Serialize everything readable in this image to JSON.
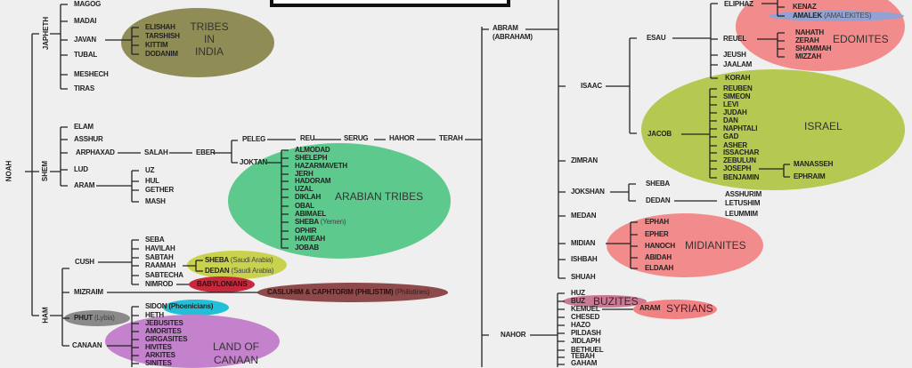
{
  "noah": "NOAH",
  "japheth": {
    "label": "JAPHETH",
    "sons": [
      "MAGOG",
      "MADAI",
      "JAVAN",
      "TUBAL",
      "MESHECH",
      "TIRAS"
    ],
    "javan_sons": [
      "ELISHAH",
      "TARSHISH",
      "KITTIM",
      "DODANIM"
    ],
    "region": [
      "TRIBES",
      "IN",
      "INDIA"
    ]
  },
  "shem": {
    "label": "SHEM",
    "sons": [
      "ELAM",
      "ASSHUR",
      "ARPHAXAD",
      "LUD",
      "ARAM"
    ],
    "aram_sons": [
      "UZ",
      "HUL",
      "GETHER",
      "MASH"
    ],
    "line": [
      "SALAH",
      "EBER",
      "PELEG",
      "JOKTAN",
      "REU",
      "SERUG",
      "HAHOR",
      "TERAH"
    ],
    "joktan_sons": [
      "ALMODAD",
      "SHELEPH",
      "HAZARMAVETH",
      "JERH",
      "HADORAM",
      "UZAL",
      "DIKLAH",
      "OBAL",
      "ABIMAEL",
      "SHEBA",
      "OPHIR",
      "HAVIEAH",
      "JOBAB"
    ],
    "sheba_note": "(Yemen)",
    "region": "ARABIAN TRIBES"
  },
  "ham": {
    "label": "HAM",
    "sons": [
      "CUSH",
      "MIZRAIM",
      "PHUT",
      "CANAAN"
    ],
    "phut_note": "(Lybia)",
    "cush_sons": [
      "SEBA",
      "HAVILAH",
      "SABTAH",
      "RAAMAH",
      "SABTECHA",
      "NIMROD"
    ],
    "raamah_sons": [
      {
        "name": "SHEBA",
        "note": "(Saudi Arabia)"
      },
      {
        "name": "DEDAN",
        "note": "(Saudi Arabia)"
      }
    ],
    "babylonians": "BABYLONIANS",
    "mizraim_desc": {
      "name": "CASLUHIM & CAPHTORIM (PHILISTIM)",
      "note": "(Philistines)"
    },
    "canaan_sons": [
      "SIDON",
      "HETH",
      "JEBUSITES",
      "AMORITES",
      "GIRGASITES",
      "HIVITES",
      "ARKITES",
      "SINITES"
    ],
    "sidon_note": "(Phoenicians)",
    "region": [
      "LAND OF",
      "CANAAN"
    ]
  },
  "abram": {
    "label": [
      "ABRAM",
      "(ABRAHAM)"
    ],
    "sons": [
      "ISAAC",
      "ZIMRAN",
      "JOKSHAN",
      "MEDAN",
      "MIDIAN",
      "ISHBAH",
      "SHUAH"
    ]
  },
  "isaac": {
    "sons": [
      "ESAU",
      "JACOB"
    ]
  },
  "esau": {
    "sons": [
      "ELIPHAZ",
      "REUEL",
      "JEUSH",
      "JAALAM",
      "KORAH"
    ],
    "eliphaz_sons": [
      "KENAZ",
      "AMALEK"
    ],
    "amalek_note": "(AMALEKITES)",
    "reuel_sons": [
      "NAHATH",
      "ZERAH",
      "SHAMMAH",
      "MIZZAH"
    ],
    "region": "EDOMITES"
  },
  "jacob": {
    "sons": [
      "REUBEN",
      "SIMEON",
      "LEVI",
      "JUDAH",
      "DAN",
      "NAPHTALI",
      "GAD",
      "ASHER",
      "ISSACHAR",
      "ZEBULUN",
      "JOSEPH",
      "BENJAMIN"
    ],
    "joseph_sons": [
      "MANASSEH",
      "EPHRAIM"
    ],
    "region": "ISRAEL"
  },
  "jokshan": {
    "sons": [
      "SHEBA",
      "DEDAN"
    ],
    "dedan_sons": [
      "ASSHURIM",
      "LETUSHIM",
      "LEUMMIM"
    ]
  },
  "midian": {
    "sons": [
      "EPHAH",
      "EPHER",
      "HANOCH",
      "ABIDAH",
      "ELDAAH"
    ],
    "region": "MIDIANITES"
  },
  "nahor": {
    "label": "NAHOR",
    "sons": [
      "HUZ",
      "BUZ",
      "KEMUEL",
      "CHESED",
      "HAZO",
      "PILDASH",
      "JIDLAPH",
      "BETHUEL",
      "TEBAH",
      "GAHAM"
    ],
    "buzites": "BUZITES",
    "aram": "ARAM",
    "syrians": "SYRIANS"
  },
  "colors": {
    "india": "#8f8d55",
    "arabian": "#5ec98c",
    "sheba_dedan": "#c9d24c",
    "babylon": "#c8283c",
    "philistines": "#8e4a4a",
    "phoenicians": "#22c0d8",
    "phut": "#8a8a8a",
    "canaan": "#c482cc",
    "edomites": "#f28c8c",
    "amalekites": "#93a2d2",
    "israel": "#b5c952",
    "midianites": "#f28c8c",
    "buzites": "#c87a92",
    "syrians": "#f28282"
  }
}
